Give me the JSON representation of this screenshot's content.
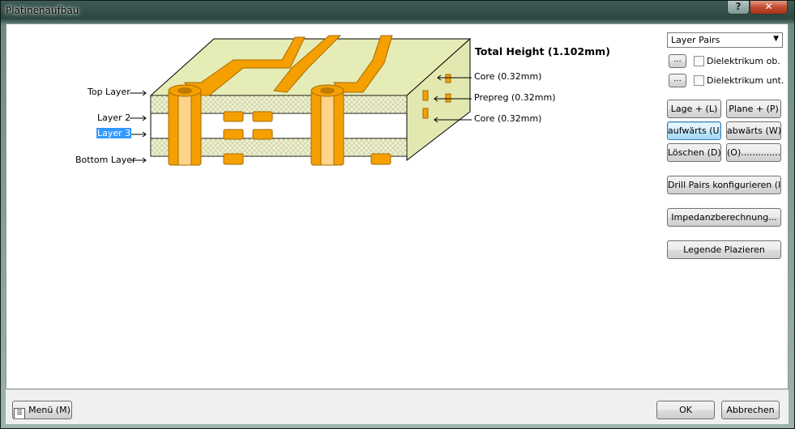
{
  "window": {
    "title": "Platinenaufbau",
    "help_label": "?",
    "close_label": "✕"
  },
  "stack": {
    "total_height": "Total Height (1.102mm)",
    "layers": {
      "top": "Top Layer",
      "layer2": "Layer 2",
      "layer3": "Layer 3",
      "bottom": "Bottom Layer"
    },
    "dielectrics": {
      "core1": "Core (0.32mm)",
      "prepreg": "Prepreg (0.32mm)",
      "core2": "Core (0.32mm)"
    },
    "selected_layer": "Layer 3"
  },
  "panel": {
    "layer_pairs_select": "Layer Pairs",
    "browse_label": "...",
    "dielektrikum_ob": "Dielektrikum ob.",
    "dielektrikum_unt": "Dielektrikum unt.",
    "lage_plus": "Lage + (L)",
    "plane_plus": "Plane + (P)",
    "aufwaerts": "aufwärts (U)",
    "abwaerts": "abwärts (W)",
    "loeschen": "Löschen (D)",
    "properties": "(O)...............",
    "drill_pairs": "Drill Pairs konfigurieren (I)...",
    "impedanz": "Impedanzberechnung...",
    "legende": "Legende Plazieren"
  },
  "footer": {
    "menu": "Menü (M)",
    "ok": "OK",
    "cancel": "Abbrechen"
  },
  "colors": {
    "copper": "#f5a000",
    "dielectric": "#e8edb6",
    "accent": "#3399ff"
  }
}
